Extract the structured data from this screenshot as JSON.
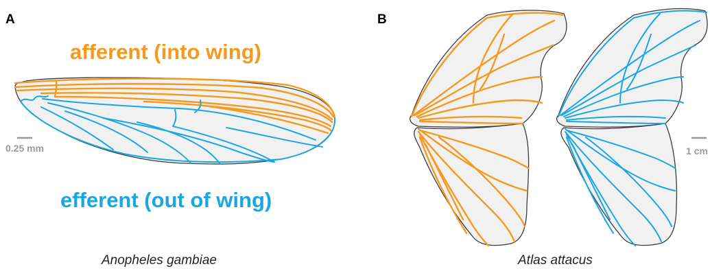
{
  "colors": {
    "afferent": "#f39a20",
    "efferent": "#1aa7e0",
    "scale_bar": "#9a9a9a",
    "wing_fill": "#f1f1f2",
    "outline": "#3a3a3a"
  },
  "panel_a": {
    "label": "A",
    "afferent_label": "afferent (into wing)",
    "efferent_label": "efferent (out of wing)",
    "scale_label": "0.25 mm",
    "species": "Anopheles gambiae"
  },
  "panel_b": {
    "label": "B",
    "scale_label": "1 cm",
    "species": "Atlas attacus"
  }
}
